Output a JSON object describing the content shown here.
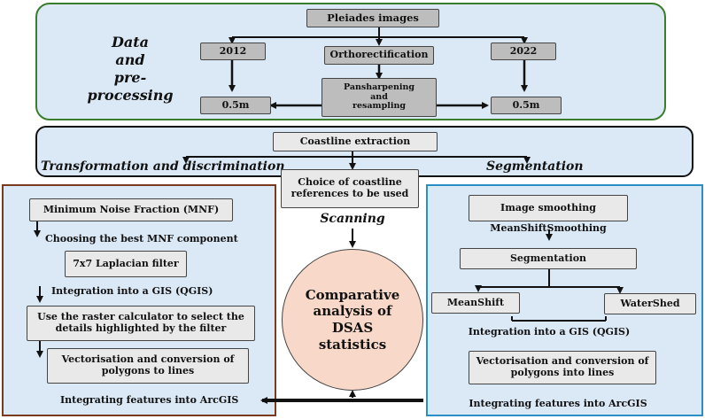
{
  "sections": {
    "data": "Data\nand\npre-processing",
    "transform": "Transformation and discrimination",
    "segmentation": "Segmentation",
    "scanning": "Scanning"
  },
  "top": {
    "pleiades": "Pleiades images",
    "y2012": "2012",
    "ortho": "Orthorectification",
    "y2022": "2022",
    "res_left": "0.5m",
    "pansharp": "Pansharpening\nand\nresampling",
    "res_right": "0.5m"
  },
  "middle": {
    "coastline": "Coastline extraction",
    "choice": "Choice of coastline\nreferences to be used"
  },
  "left": {
    "mnf": "Minimum Noise Fraction (MNF)",
    "best_mnf": "Choosing the best MNF component",
    "laplacian": "7x7 Laplacian filter",
    "gis": "Integration into a GIS (QGIS)",
    "raster": "Use the raster calculator to select the\ndetails highlighted by the filter",
    "vector": "Vectorisation and conversion of\npolygons to lines",
    "arcgis": "Integrating features into ArcGIS"
  },
  "center": {
    "comparative": "Comparative\nanalysis of\nDSAS\nstatistics"
  },
  "right": {
    "smoothing": "Image smoothing",
    "meanshift_smoothing": "MeanShiftSmoothing",
    "segmentation": "Segmentation",
    "meanshift": "MeanShift",
    "watershed": "WaterShed",
    "gis": "Integration into a GIS (QGIS)",
    "vector": "Vectorisation and conversion of\npolygons into lines",
    "arcgis": "Integrating features into ArcGIS"
  },
  "colors": {
    "top_border": "#3a7d2c",
    "left_border": "#7a3a1e",
    "right_border": "#2a8fc4",
    "panel_fill": "#dbe8f5",
    "circle_fill": "#f8d8c8"
  }
}
